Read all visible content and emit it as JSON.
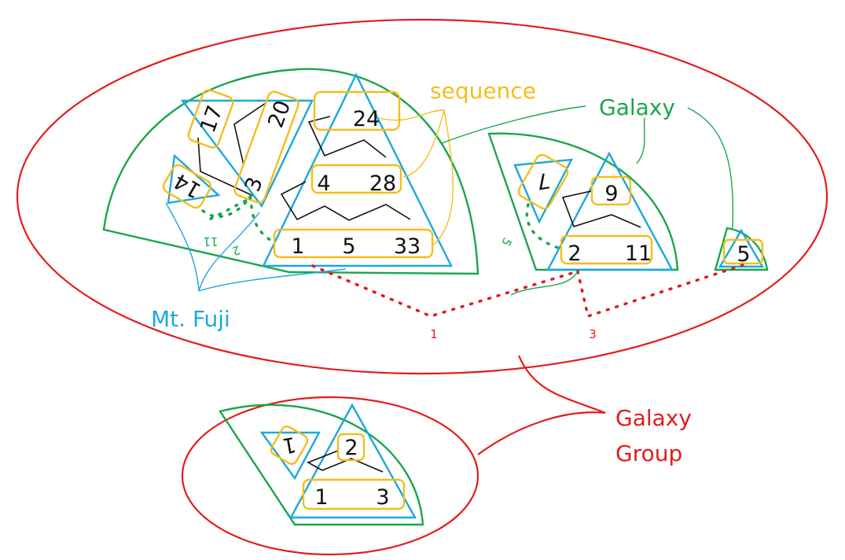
{
  "labels": {
    "sequence": "sequence",
    "galaxy": "Galaxy",
    "mt_fuji": "Mt. Fuji",
    "galaxy_group_line1": "Galaxy",
    "galaxy_group_line2": "Group"
  },
  "colors": {
    "galaxy_group": "#e51a1a",
    "galaxy": "#1aa64a",
    "mt_fuji": "#1aa7df",
    "sequence": "#f5bd1a"
  },
  "group1": {
    "galaxy1": {
      "seq_17": "17",
      "seq_20_top": "20",
      "seq_20_bottom": "3",
      "seq_14": "14",
      "seq_24": "24",
      "seq_4": "4",
      "seq_28": "28",
      "seq_1": "1",
      "seq_5": "5",
      "seq_33": "33",
      "dist_11": "11",
      "dist_2": "2"
    },
    "galaxy2": {
      "seq_7": "7",
      "seq_9": "9",
      "seq_2": "2",
      "seq_11": "11",
      "dist_5": "5"
    },
    "galaxy3": {
      "seq_5": "5"
    },
    "link_distances": [
      "1",
      "3"
    ]
  },
  "group2": {
    "seq_1_rot": "1",
    "seq_2": "2",
    "seq_1": "1",
    "seq_3": "3"
  }
}
